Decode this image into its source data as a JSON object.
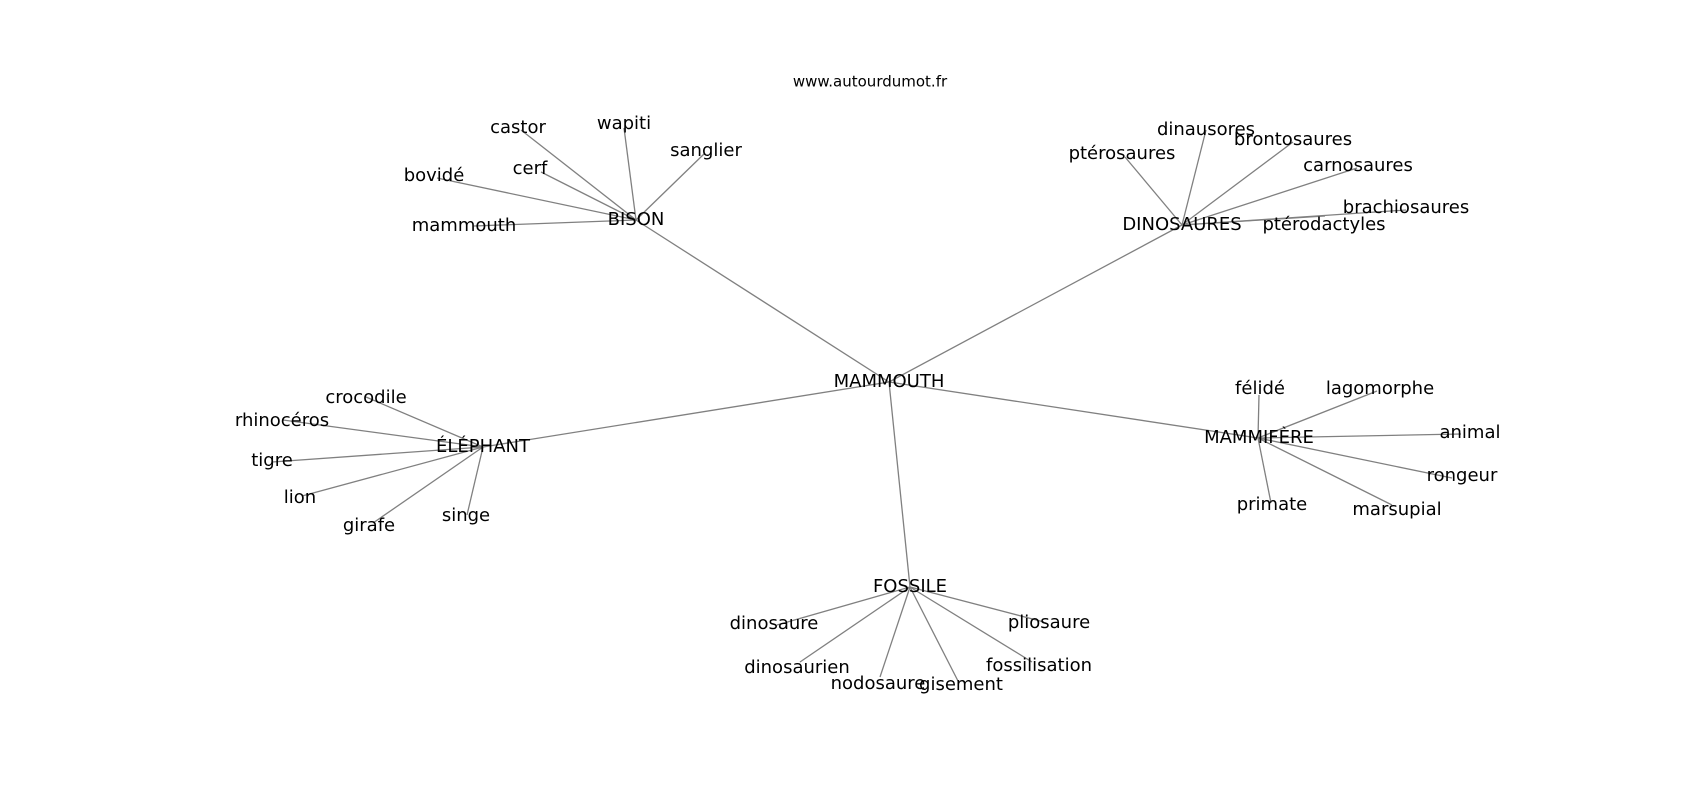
{
  "site": "www.autourdumot.fr",
  "center": "MAMMOUTH",
  "groups": [
    {
      "label": "BISON",
      "words": [
        "castor",
        "wapiti",
        "sanglier",
        "cerf",
        "bovidé",
        "mammouth"
      ]
    },
    {
      "label": "DINOSAURES",
      "words": [
        "dinausores",
        "ptérosaures",
        "brontosaures",
        "carnosaures",
        "brachiosaures",
        "ptérodactyles"
      ]
    },
    {
      "label": "ÉLÉPHANT",
      "words": [
        "crocodile",
        "rhinocéros",
        "tigre",
        "lion",
        "girafe",
        "singe"
      ]
    },
    {
      "label": "MAMMIFÈRE",
      "words": [
        "félidé",
        "lagomorphe",
        "animal",
        "rongeur",
        "primate",
        "marsupial"
      ]
    },
    {
      "label": "FOSSILE",
      "words": [
        "dinosaure",
        "pliosaure",
        "dinosaurien",
        "fossilisation",
        "nodosaure",
        "gisement"
      ]
    }
  ]
}
